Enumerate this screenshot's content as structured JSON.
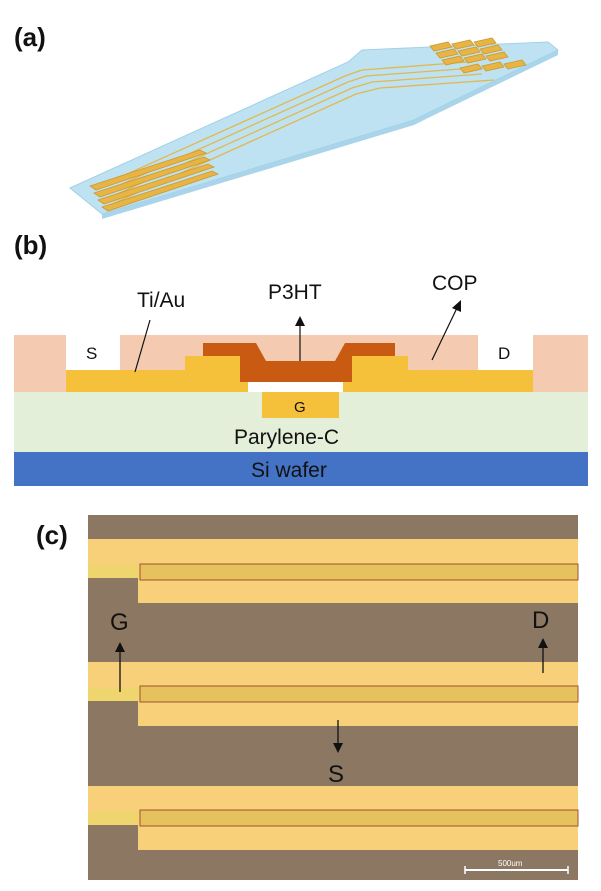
{
  "panels": {
    "a": {
      "label": "(a)"
    },
    "b": {
      "label": "(b)",
      "annotations": {
        "ti_au": "Ti/Au",
        "p3ht": "P3HT",
        "cop": "COP",
        "source": "S",
        "drain": "D",
        "gate": "G",
        "parylene": "Parylene-C",
        "si_wafer": "Si wafer"
      }
    },
    "c": {
      "label": "(c)",
      "annotations": {
        "gate": "G",
        "drain": "D",
        "source": "S"
      },
      "scale_bar": "500um"
    }
  },
  "colors": {
    "gold": "#f5c03a",
    "cop": "#f4cbb0",
    "p3ht": "#c85a12",
    "parylene": "#e3efd8",
    "si_wafer": "#4472c4",
    "substrate_3d": "#bfe2f2",
    "micro_dark": "#8c7862",
    "micro_gold": "#f8d07a"
  }
}
